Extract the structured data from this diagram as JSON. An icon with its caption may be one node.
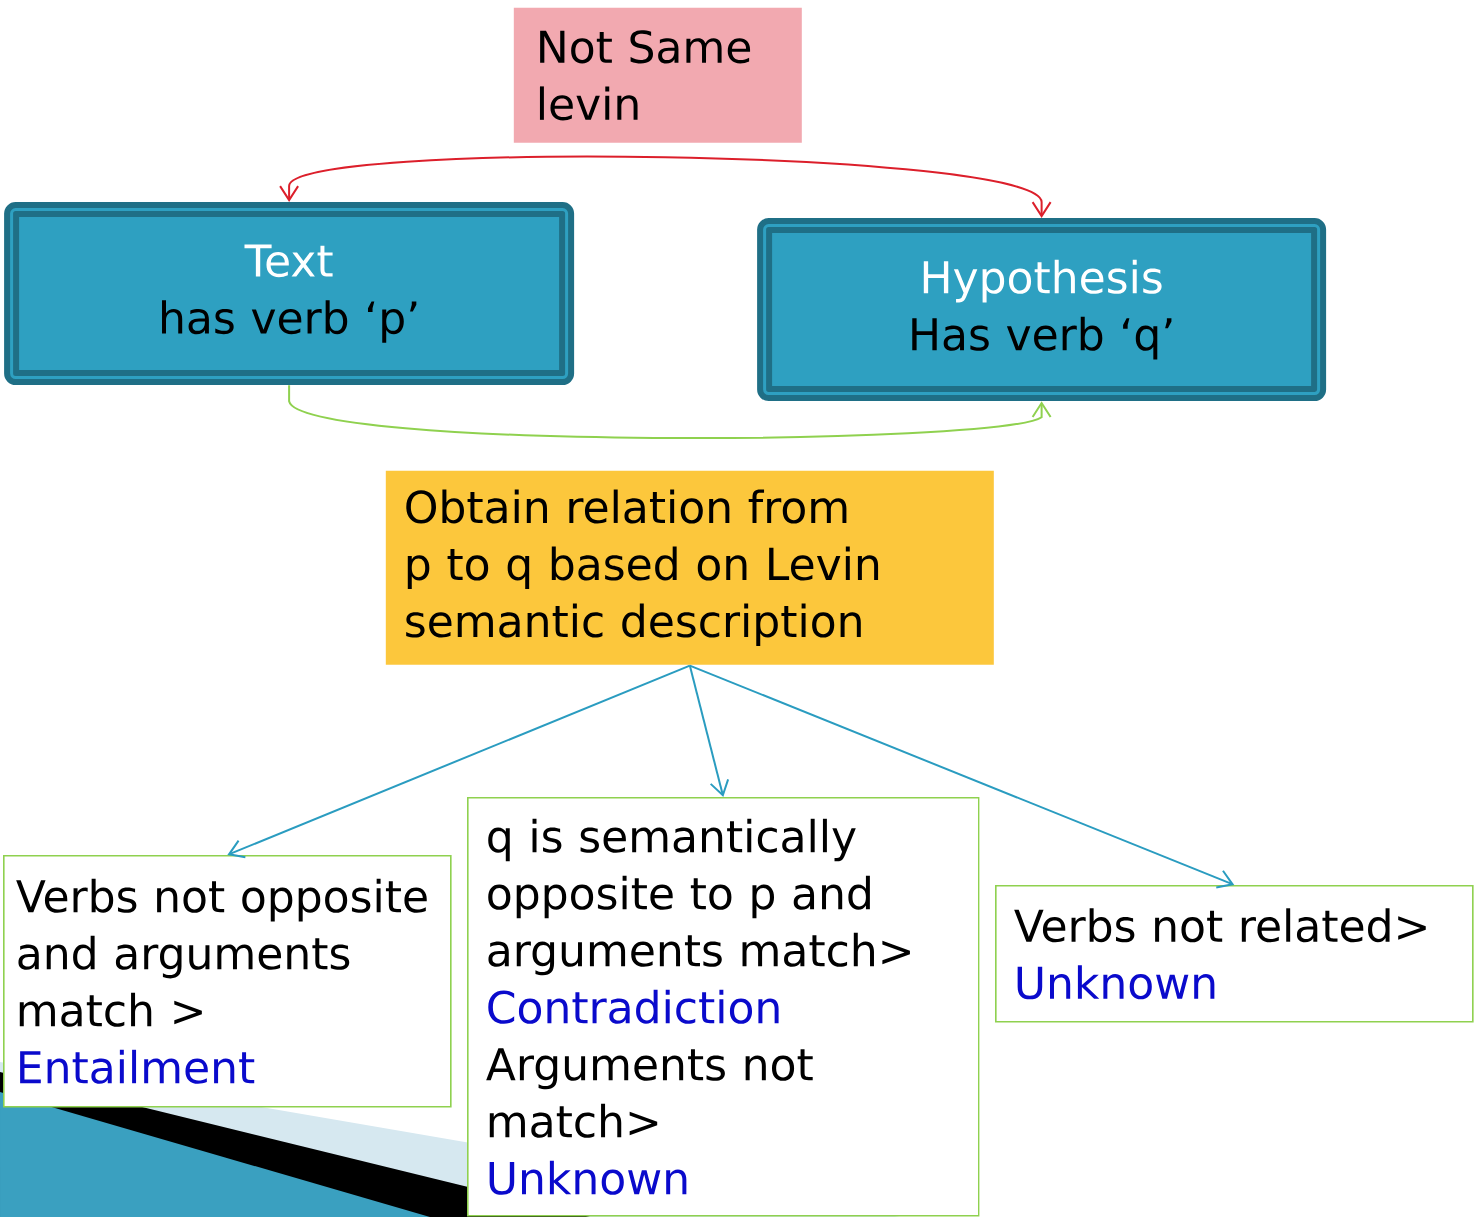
{
  "diagram": {
    "nodes": [
      {
        "text": [
          "Not Same levin"
        ]
      },
      {
        "text": [
          "Text",
          "has verb ‘p’"
        ]
      },
      {
        "text": [
          "Hypothesis",
          "Has verb ‘q’"
        ]
      },
      {
        "text": [
          "Obtain relation from p to q based on Levin semantic description"
        ]
      },
      {
        "text": [
          "Verbs not opposite and arguments match >",
          "Entailment"
        ]
      },
      {
        "text": [
          "q is semantically opposite to p and arguments match>",
          "Contradiction",
          "Arguments not match>",
          "Unknown"
        ]
      },
      {
        "text": [
          "Verbs not related>",
          "Unknown"
        ]
      }
    ],
    "edges": [
      {
        "from": 1,
        "to": 2,
        "arrow": "both",
        "color": "#dc1f2b"
      },
      {
        "from": 1,
        "to": 2,
        "arrow": "to",
        "color": "#8fd14f"
      },
      {
        "from": 3,
        "to": 4,
        "arrow": "to"
      },
      {
        "from": 3,
        "to": 5,
        "arrow": "to"
      },
      {
        "from": 3,
        "to": 6,
        "arrow": "to"
      }
    ]
  }
}
